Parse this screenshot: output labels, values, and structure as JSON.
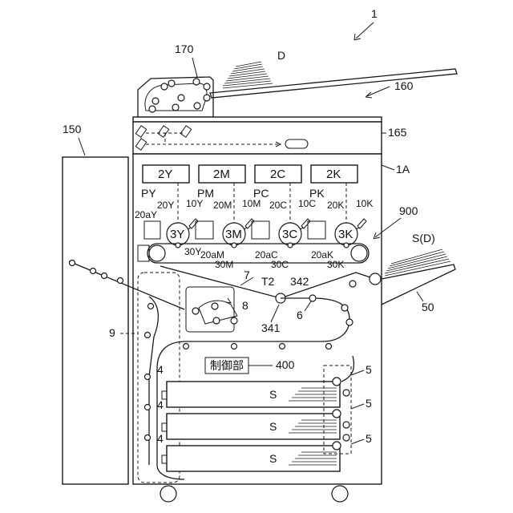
{
  "labels": {
    "machine": "1",
    "main_body": "1A",
    "original": "D",
    "adf": "170",
    "scanner_arrow": "160",
    "scanner": "165",
    "side_tray": "150",
    "station_y": "2Y",
    "station_m": "2M",
    "station_c": "2C",
    "station_k": "2K",
    "py": "PY",
    "pm": "PM",
    "pc": "PC",
    "pk": "PK",
    "l20y": "20Y",
    "l10y": "10Y",
    "l20m": "20M",
    "l10m": "10M",
    "l20c": "20C",
    "l10c": "10C",
    "l20k": "20K",
    "l10k": "10K",
    "l20ay": "20aY",
    "drum_y": "3Y",
    "drum_m": "3M",
    "drum_c": "3C",
    "drum_k": "3K",
    "belt_unit": "900",
    "l30y": "30Y",
    "l20am": "20aM",
    "l30m": "30M",
    "l20ac": "20aC",
    "l30c": "30C",
    "l20ak": "20aK",
    "l30k": "30K",
    "belt": "7",
    "t2": "T2",
    "l342": "342",
    "fuser": "8",
    "l341": "341",
    "path": "6",
    "output_sheets": "S(D)",
    "output_tray": "50",
    "reversal": "9",
    "controller": "制御部",
    "controller_ref": "400",
    "cassette": "4",
    "feeder": "5",
    "sheet": "S"
  }
}
